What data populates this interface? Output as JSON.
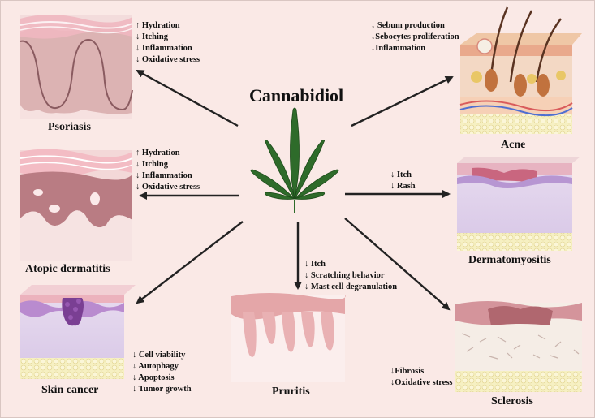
{
  "center": {
    "title": "Cannabidiol"
  },
  "colors": {
    "leaf": "#2e6b2a",
    "arrow": "#222222",
    "background": "#fae9e6"
  },
  "diseases": {
    "psoriasis": {
      "name": "Psoriasis",
      "effects": [
        "↑ Hydration",
        "↓ Itching",
        "↓ Inflammation",
        "↓ Oxidative stress"
      ]
    },
    "atopic": {
      "name": "Atopic dermatitis",
      "effects": [
        "↑ Hydration",
        "↓ Itching",
        "↓ Inflammation",
        "↓ Oxidative stress"
      ]
    },
    "skincancer": {
      "name": "Skin cancer",
      "effects": [
        "↓ Cell viability",
        "↓ Autophagy",
        "↓ Apoptosis",
        "↓ Tumor growth"
      ]
    },
    "pruritis": {
      "name": "Pruritis",
      "effects": [
        "↓ Itch",
        "↓ Scratching behavior",
        "↓ Mast cell degranulation"
      ]
    },
    "sclerosis": {
      "name": "Sclerosis",
      "effects": [
        "↓Fibrosis",
        "↓Oxidative  stress"
      ]
    },
    "dermatomyositis": {
      "name": "Dermatomyositis",
      "effects": [
        "↓ Itch",
        "↓ Rash"
      ]
    },
    "acne": {
      "name": "Acne",
      "effects": [
        "↓ Sebum production",
        "↓Sebocytes proliferation",
        "↓Inflammation"
      ]
    }
  }
}
